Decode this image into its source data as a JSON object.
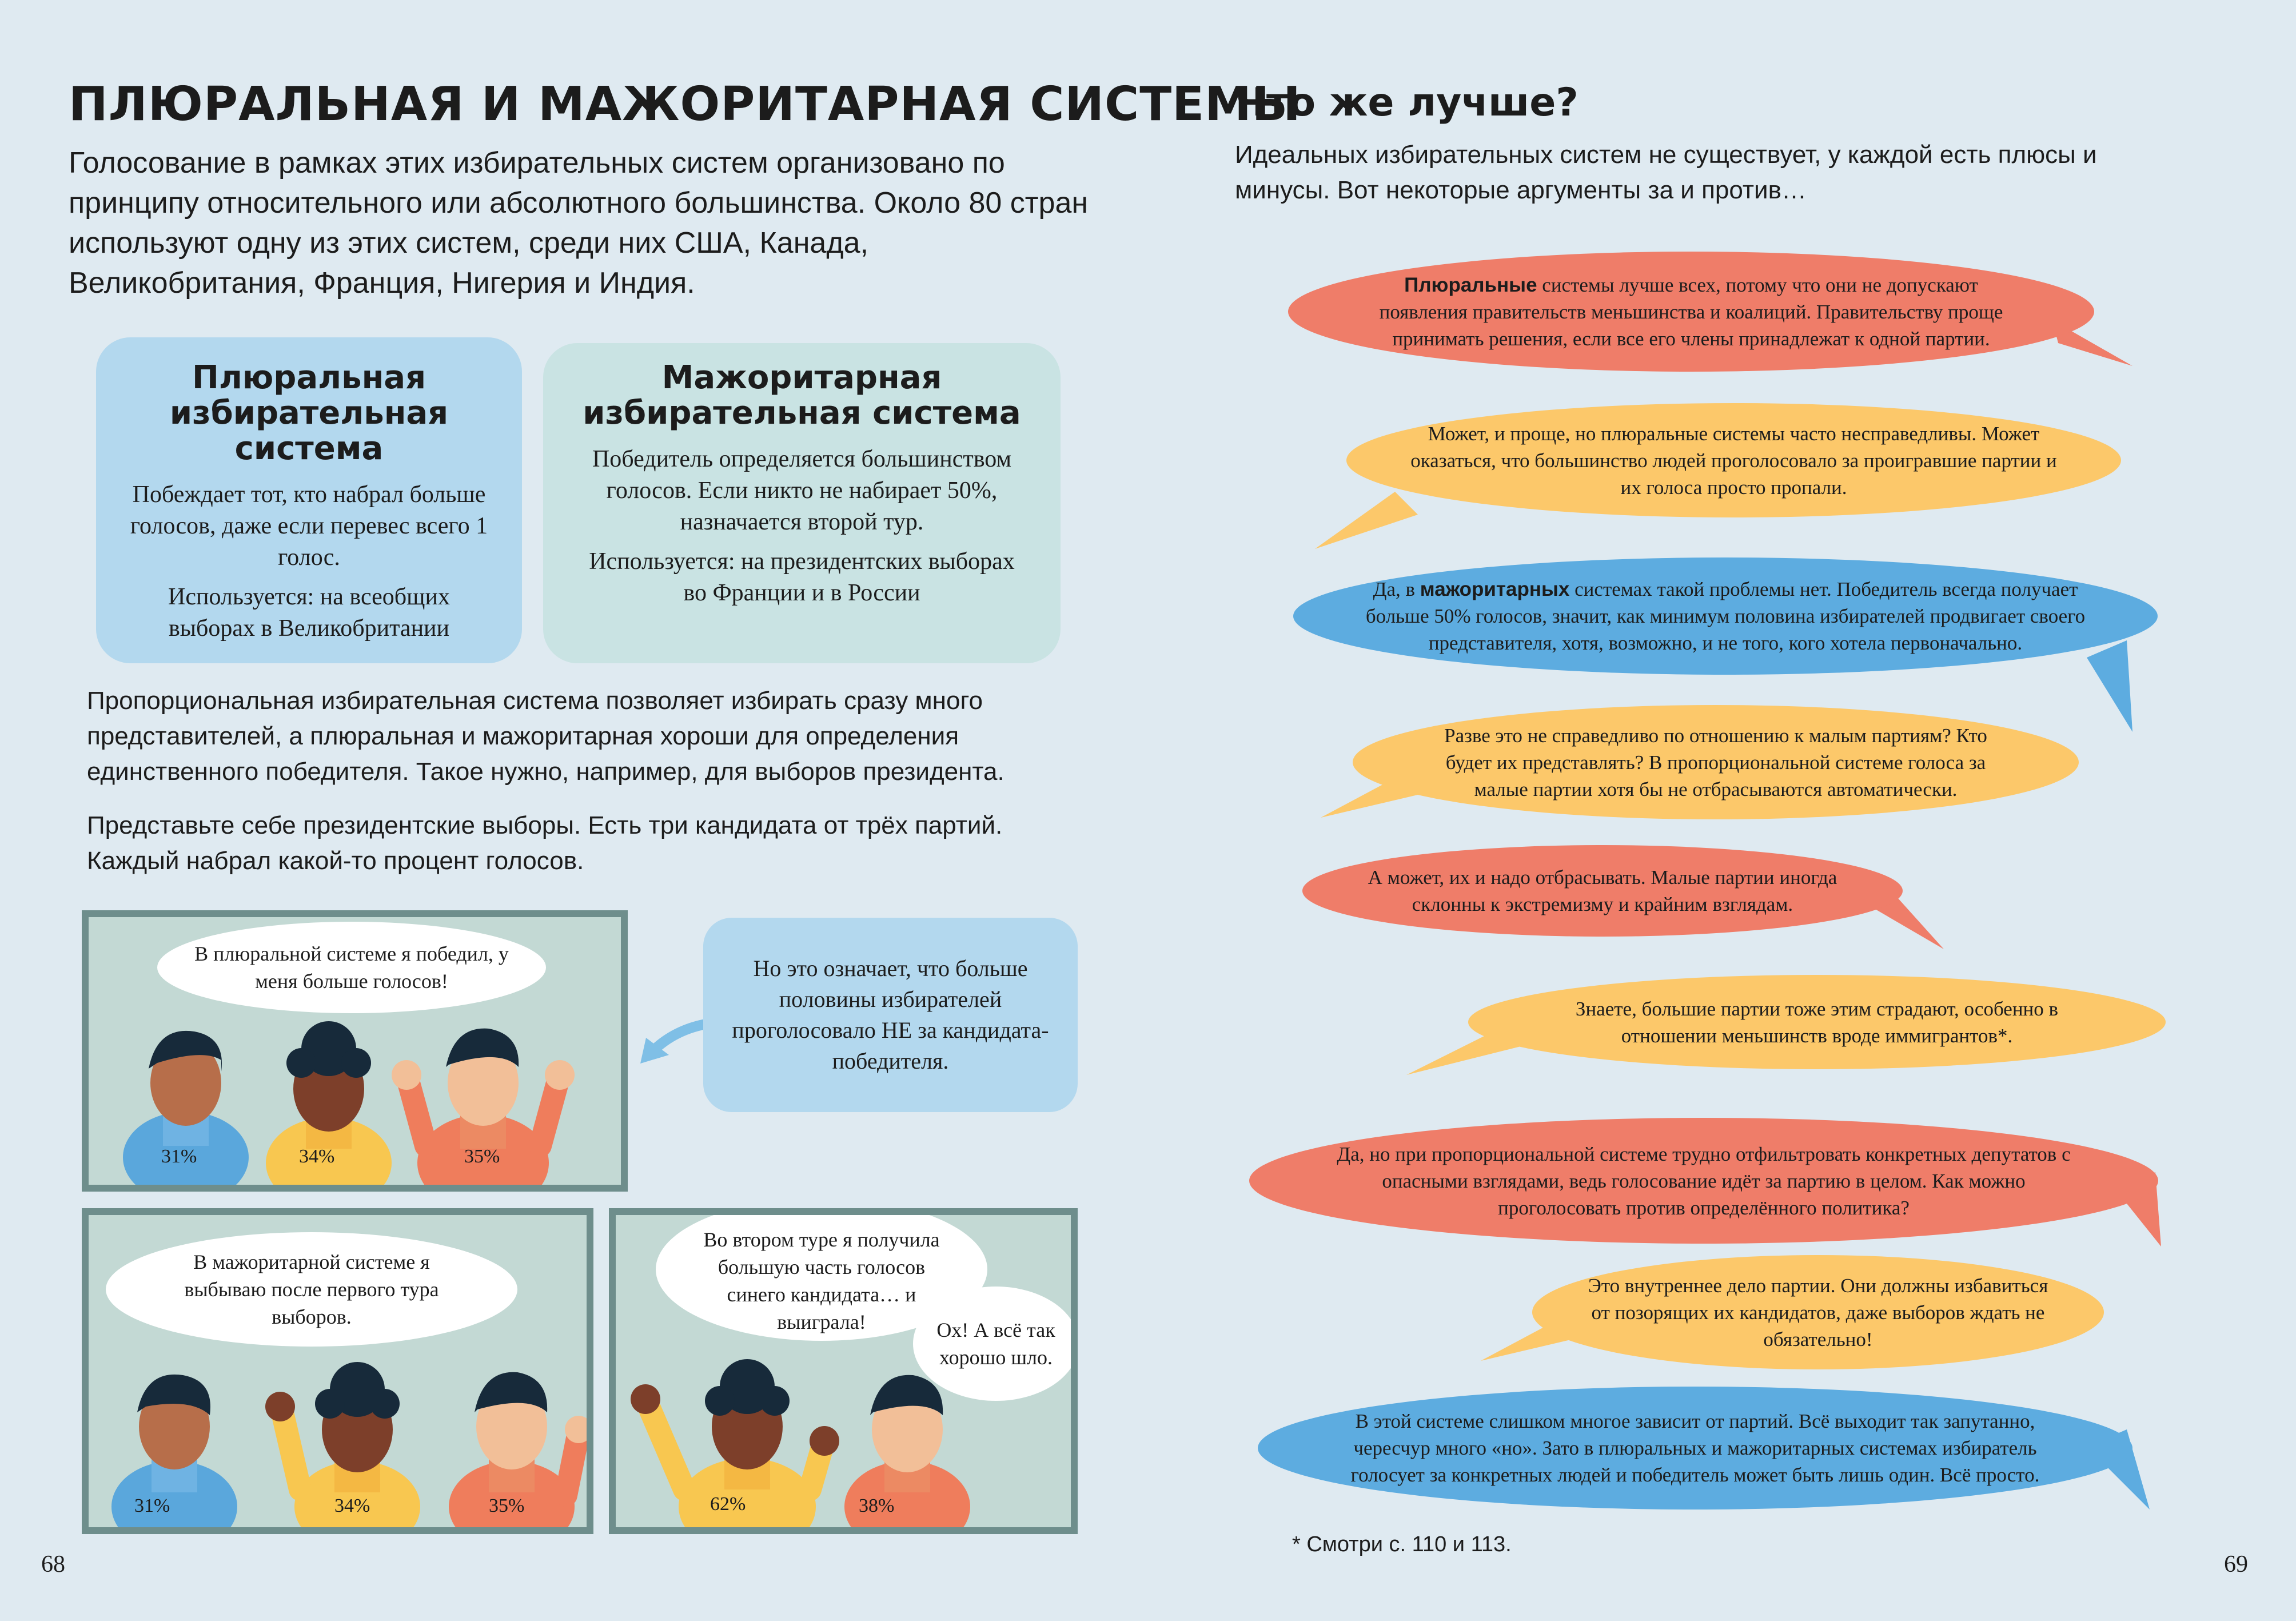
{
  "left": {
    "title": "ПЛЮРАЛЬНАЯ И МАЖОРИТАРНАЯ СИСТЕМЫ",
    "intro": "Голосование в рамках этих избирательных систем организовано по принципу относительного или абсолютного большинства. Около 80 стран используют одну из этих систем, среди них США, Канада, Великобритания, Франция, Нигерия и Индия.",
    "plural_box": {
      "heading": "Плюральная избирательная система",
      "text1": "Побеждает тот, кто набрал больше голосов, даже если перевес всего 1 голос.",
      "text2": "Используется: на всеобщих выборах в Великобритании"
    },
    "major_box": {
      "heading": "Мажоритарная избирательная система",
      "text1": "Победитель определяется большинством голосов. Если никто не набирает 50%, назначается второй тур.",
      "text2": "Используется: на президентских выборах во Франции и в России"
    },
    "para1": "Пропорциональная избирательная система позволяет избирать сразу много представителей, а плюральная и мажоритарная хороши для определения единственного победителя. Такое нужно, например, для выборов президента.",
    "para2": "Представьте себе президентские выборы. Есть три кандидата от трёх партий. Каждый набрал какой-то процент голосов.",
    "comic": {
      "panel1_bubble": "В плюральной системе я победил, у меня больше голосов!",
      "panel1_pcts": [
        "31%",
        "34%",
        "35%"
      ],
      "note": "Но это означает, что больше половины избирателей проголосовало НЕ за кандидата-победителя.",
      "panel2_bubble": "В мажоритарной системе я выбываю после первого тура выборов.",
      "panel2_pcts": [
        "31%",
        "34%",
        "35%"
      ],
      "panel3_bubble_a": "Во втором туре я получила большую часть голосов синего кандидата… и выиграла!",
      "panel3_bubble_b": "Ох! А всё так хорошо шло.",
      "panel3_pcts": [
        "62%",
        "38%"
      ]
    },
    "page_number": "68"
  },
  "right": {
    "heading": "Что же лучше?",
    "intro": "Идеальных избирательных систем не существует, у каждой есть плюсы и минусы. Вот некоторые аргументы за и против…",
    "bubbles": [
      {
        "bold": "Плюральные",
        "text": " системы лучше всех, потому что они не допускают появления правительств меньшинства и коалиций. Правительству проще принимать решения, если все его члены принадлежат к одной партии."
      },
      {
        "bold": "",
        "text": "Может, и проще, но плюральные системы часто несправедливы. Может оказаться, что большинство людей проголосовало за проигравшие партии и их голоса просто пропали."
      },
      {
        "bold": "мажоритарных",
        "pre": "Да, в ",
        "text": " системах такой проблемы нет. Победитель всегда получает больше 50% голосов, значит, как минимум половина избирателей продвигает своего представителя, хотя, возможно, и не того, кого хотела первоначально."
      },
      {
        "bold": "",
        "text": "Разве это не справедливо по отношению к малым партиям? Кто будет их представлять? В пропорциональной системе голоса за малые партии хотя бы не отбрасываются автоматически."
      },
      {
        "bold": "",
        "text": "А может, их и надо отбрасывать. Малые партии иногда склонны к экстремизму и крайним взглядам."
      },
      {
        "bold": "",
        "text": "Знаете, большие партии тоже этим страдают, особенно в отношении меньшинств вроде иммигрантов*."
      },
      {
        "bold": "",
        "text": "Да, но при пропорциональной системе трудно отфильтровать конкретных депутатов с опасными взглядами, ведь голосование идёт за партию в целом. Как можно проголосовать против определённого политика?"
      },
      {
        "bold": "",
        "text": "Это внутреннее дело партии. Они должны избавиться от позорящих их кандидатов, даже выборов ждать не обязательно!"
      },
      {
        "bold": "",
        "text": "В этой системе слишком многое зависит от партий. Всё выходит так запутанно, чересчур много «но». Зато в плюральных и мажоритарных системах избиратель голосует за конкретных людей и победитель может быть лишь один. Всё просто."
      }
    ],
    "footnote": "* Смотри с. 110 и 113.",
    "page_number": "69"
  },
  "colors": {
    "red": "#ef7d69",
    "yellow": "#fcc86a",
    "blue": "#5dace0",
    "panel": "#c3d9d4"
  }
}
